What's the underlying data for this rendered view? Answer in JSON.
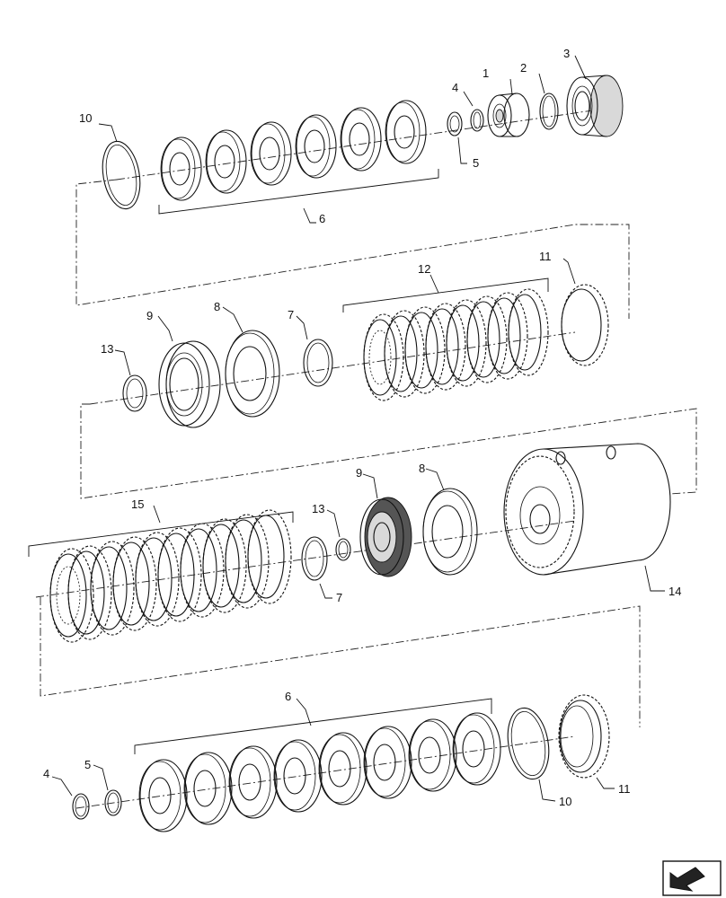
{
  "callouts": {
    "c1": "1",
    "c2": "2",
    "c3": "3",
    "c4_top": "4",
    "c5_top": "5",
    "c6_top": "6",
    "c10_top": "10",
    "c11_right": "11",
    "c12": "12",
    "c9_left": "9",
    "c8_left": "8",
    "c7_upper": "7",
    "c13_left": "13",
    "c15": "15",
    "c13_mid": "13",
    "c9_mid": "9",
    "c8_mid": "8",
    "c7_lower": "7",
    "c14": "14",
    "c6_bottom": "6",
    "c4_bottom": "4",
    "c5_bottom": "5",
    "c10_bottom": "10",
    "c11_bottom": "11"
  },
  "icons": {
    "nav_arrow": "previous-page-arrow-icon"
  }
}
